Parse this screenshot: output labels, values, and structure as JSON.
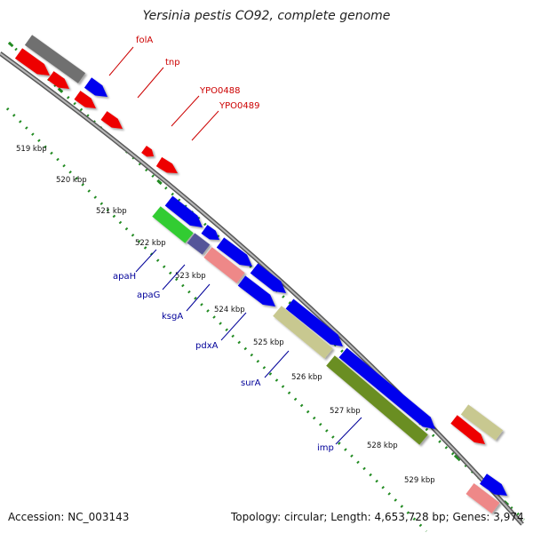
{
  "title": "Yersinia pestis CO92, complete genome",
  "accession": "Accession: NC_003143",
  "summary": "Topology: circular; Length: 4,653,728 bp; Genes: 3,974",
  "kbp_labels": [
    "519 kbp",
    "520 kbp",
    "521 kbp",
    "522 kbp",
    "523 kbp",
    "524 kbp",
    "525 kbp",
    "526 kbp",
    "527 kbp",
    "528 kbp",
    "529 kbp"
  ],
  "gene_labels": [
    {
      "name": "folA",
      "color": "#cc0000"
    },
    {
      "name": "tnp",
      "color": "#cc0000"
    },
    {
      "name": "YPO0488",
      "color": "#cc0000"
    },
    {
      "name": "YPO0489",
      "color": "#cc0000"
    },
    {
      "name": "apaH",
      "color": "#000099"
    },
    {
      "name": "apaG",
      "color": "#000099"
    },
    {
      "name": "ksgA",
      "color": "#000099"
    },
    {
      "name": "pdxA",
      "color": "#000099"
    },
    {
      "name": "surA",
      "color": "#000099"
    },
    {
      "name": "imp",
      "color": "#000099"
    }
  ],
  "colors": {
    "backbone": "#888888",
    "tick": "#228b22",
    "red": "#ee0000",
    "blue": "#0000ee",
    "gray": "#707070",
    "green": "#33cc33",
    "purple": "#555599",
    "pink": "#ee8888",
    "olive_light": "#c8c890",
    "olive_dark": "#6b8e23"
  }
}
